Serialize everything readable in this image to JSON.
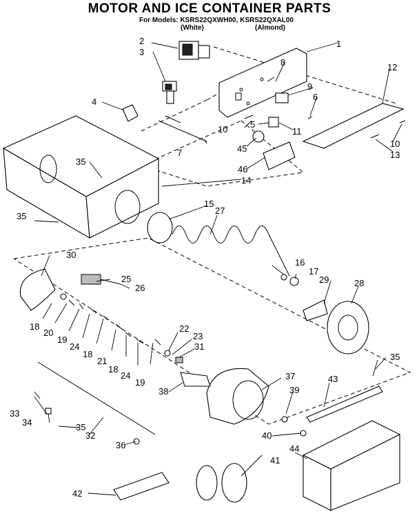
{
  "title": "MOTOR AND ICE CONTAINER PARTS",
  "models_line": "For Models: KSRS22QXWH00, KSRS22QXAL00",
  "color_white": "(White)",
  "color_almond": "(Almond)",
  "callouts": [
    "1",
    "2",
    "3",
    "4",
    "5",
    "6",
    "7",
    "8",
    "9",
    "10",
    "10",
    "11",
    "12",
    "13",
    "14",
    "15",
    "16",
    "17",
    "18",
    "18",
    "18",
    "19",
    "19",
    "20",
    "21",
    "22",
    "23",
    "24",
    "24",
    "25",
    "26",
    "27",
    "28",
    "29",
    "30",
    "31",
    "32",
    "33",
    "34",
    "35",
    "35",
    "35",
    "35",
    "36",
    "37",
    "38",
    "39",
    "40",
    "41",
    "42",
    "43",
    "44",
    "45",
    "46"
  ]
}
